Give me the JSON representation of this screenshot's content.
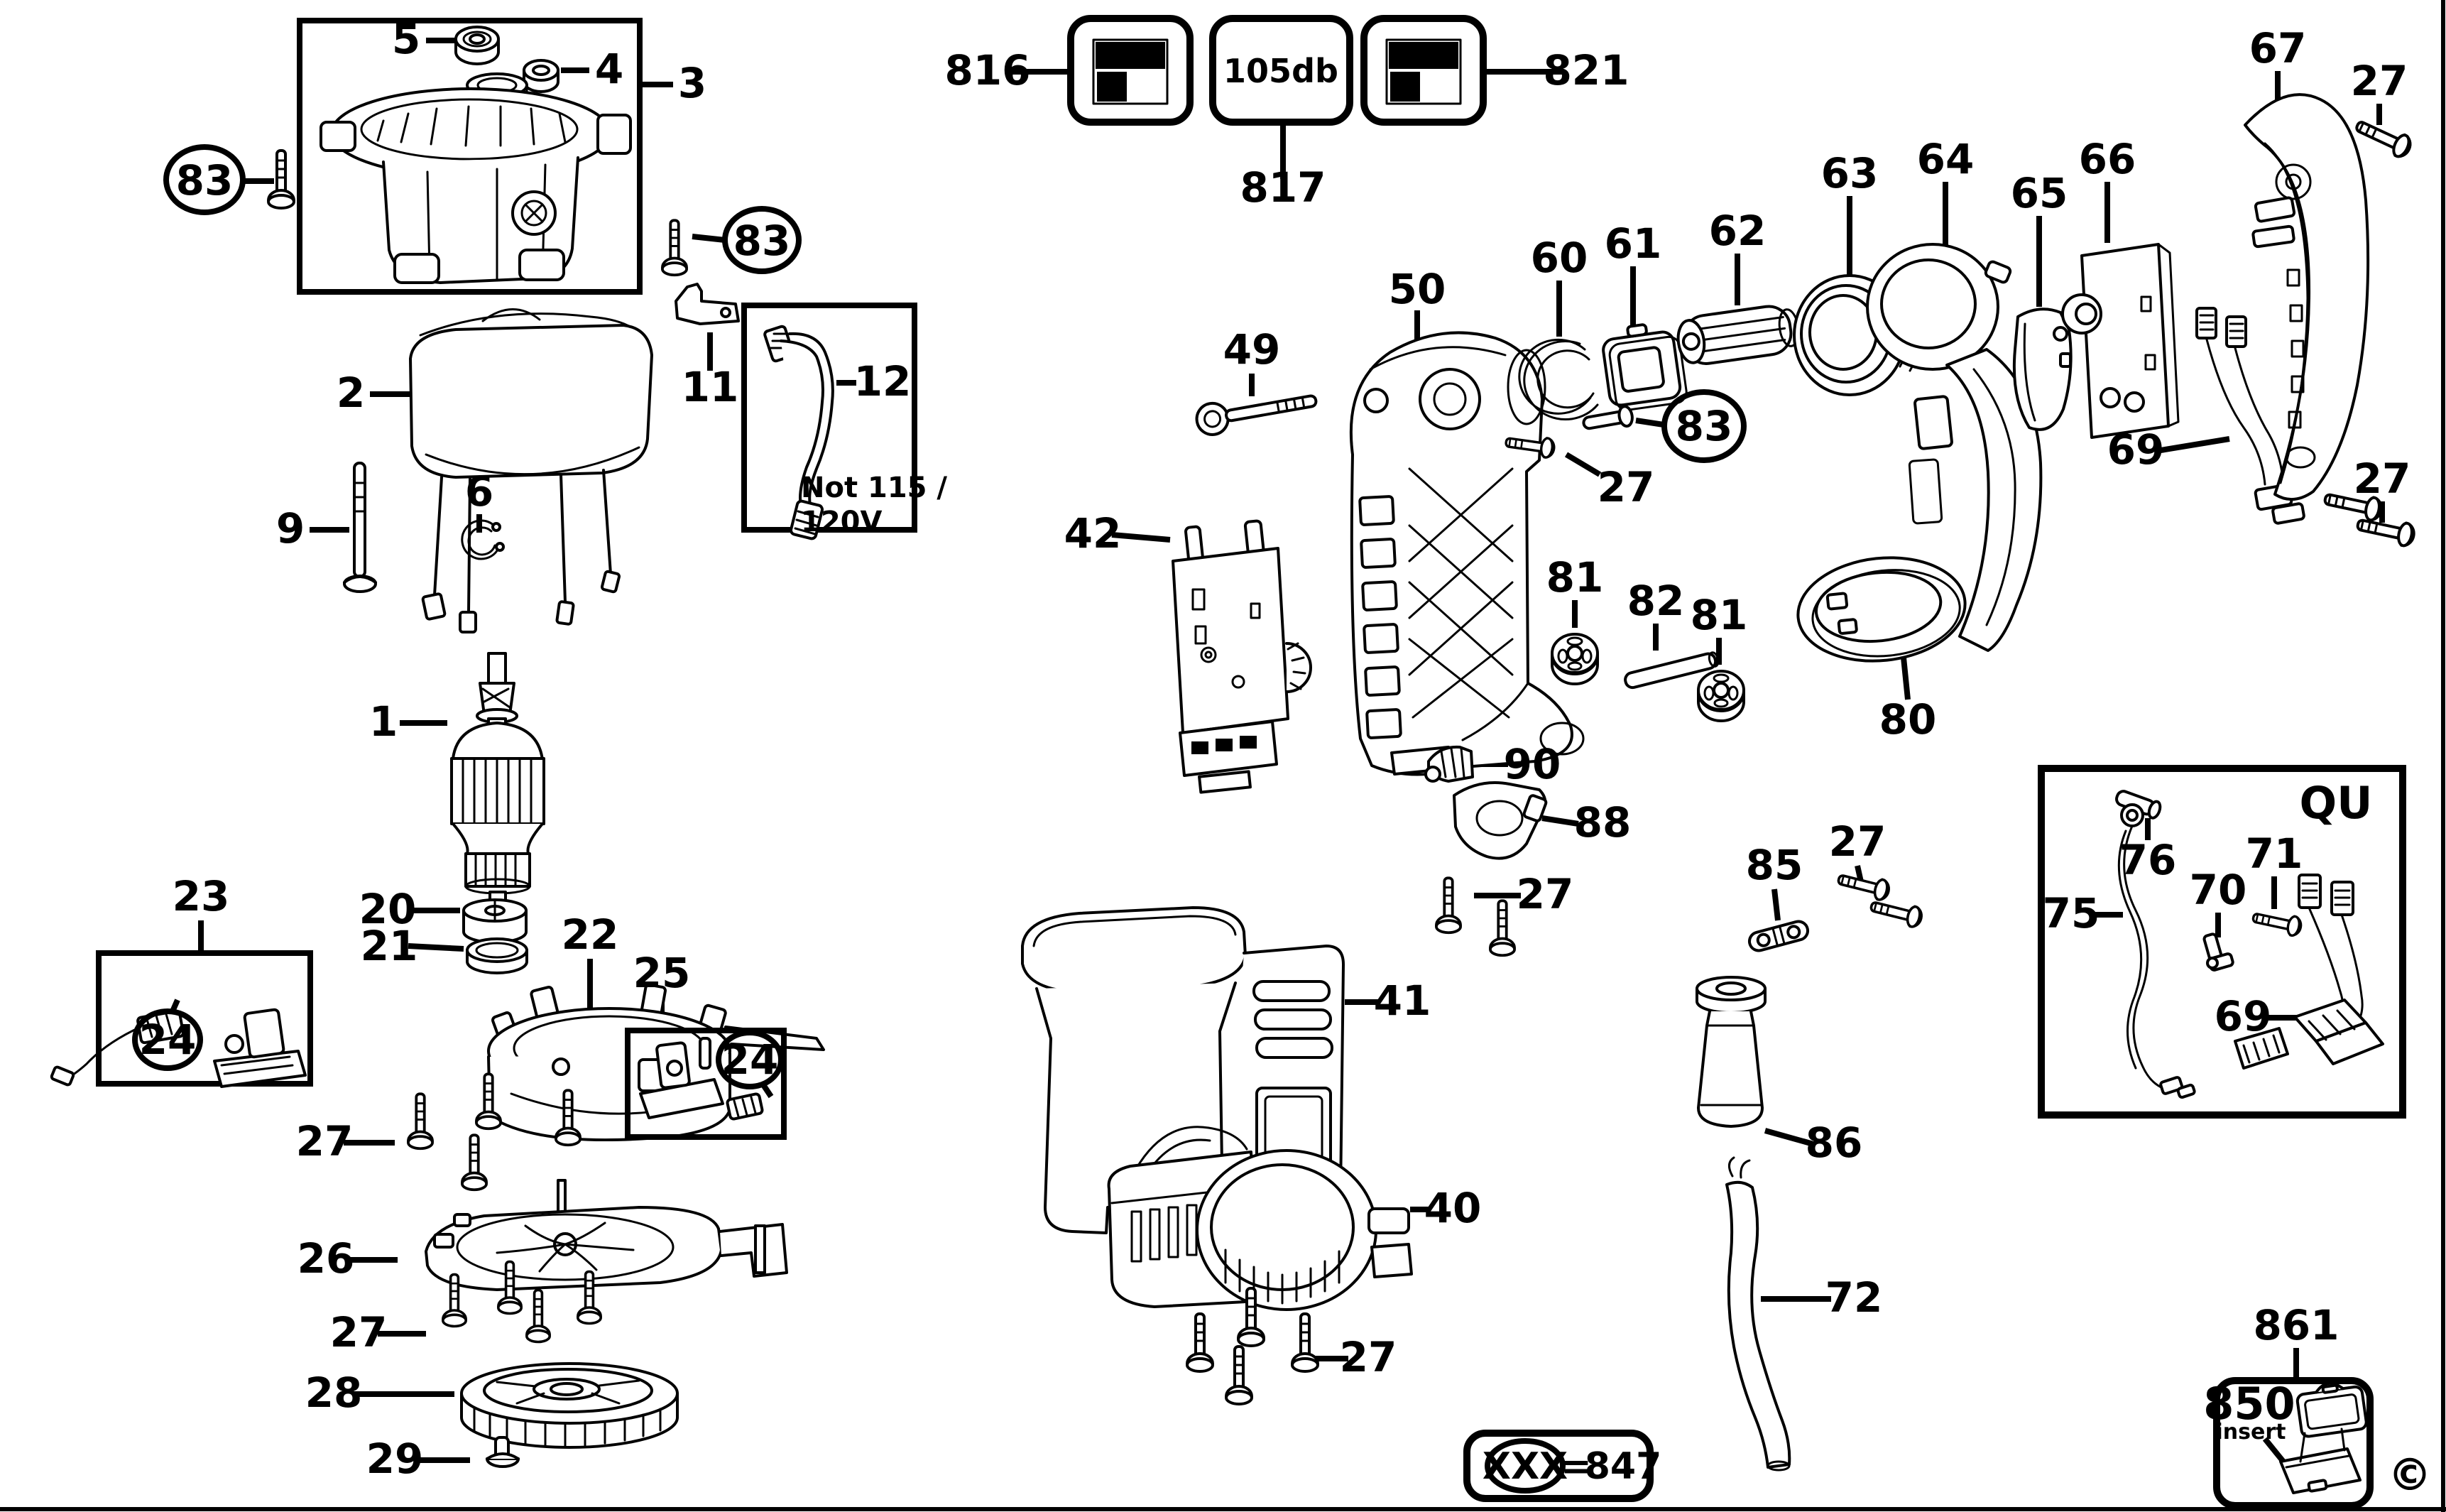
{
  "callouts": {
    "1": "1",
    "2": "2",
    "3": "3",
    "4": "4",
    "5": "5",
    "6": "6",
    "9": "9",
    "11": "11",
    "12": "12",
    "20": "20",
    "21": "21",
    "22": "22",
    "23": "23",
    "24": "24",
    "25": "25",
    "26": "26",
    "27": "27",
    "28": "28",
    "29": "29",
    "40": "40",
    "41": "41",
    "42": "42",
    "49": "49",
    "50": "50",
    "60": "60",
    "61": "61",
    "62": "62",
    "63": "63",
    "64": "64",
    "65": "65",
    "66": "66",
    "67": "67",
    "69": "69",
    "70": "70",
    "71": "71",
    "72": "72",
    "75": "75",
    "76": "76",
    "80": "80",
    "81": "81",
    "82": "82",
    "83": "83",
    "85": "85",
    "86": "86",
    "88": "88",
    "90": "90",
    "816": "816",
    "817": "817",
    "821": "821",
    "861": "861"
  },
  "badges": {
    "noise_level": "105db"
  },
  "cable_inset": {
    "note_line1": "Not 115 /",
    "note_line2": "120V"
  },
  "qu_inset": {
    "title": "QU"
  },
  "kit_inset": {
    "number": "850",
    "label": "insert"
  },
  "legend": {
    "placeholder": "XXX",
    "equals": "=",
    "value": "847"
  },
  "footer": {
    "copyright": "©"
  }
}
